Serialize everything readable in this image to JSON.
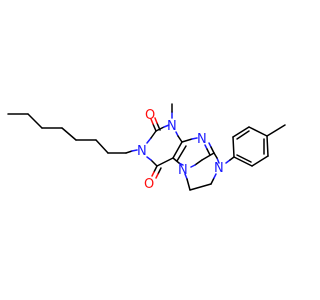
{
  "colors": {
    "background": "#ffffff",
    "carbon_bond": "#000000",
    "nitrogen": "#1a1aff",
    "oxygen": "#ff0d0d"
  },
  "labels": {
    "n_methyl": "N",
    "n_octyl": "N",
    "n_imine": "N",
    "n_bridge": "N",
    "n_aryl": "N",
    "o_upper": "O",
    "o_lower": "O"
  }
}
